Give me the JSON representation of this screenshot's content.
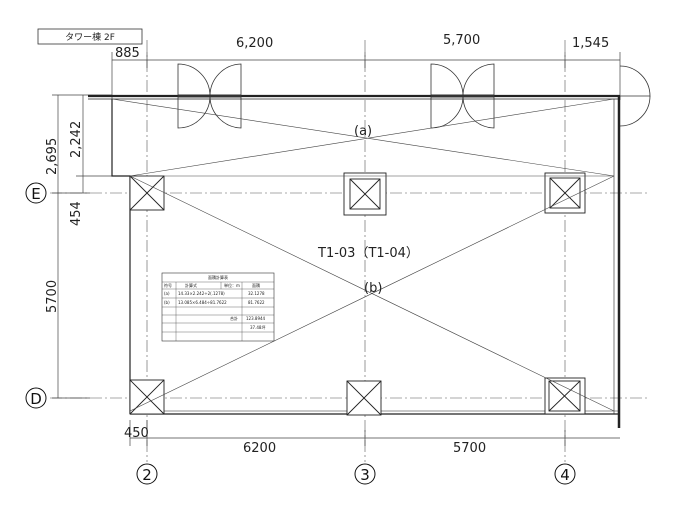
{
  "title": "タワー棟 2F",
  "room_label": "T1-03（T1-04）",
  "diagonal_a": "(a)",
  "diagonal_b": "(b)",
  "top_dims": [
    "885",
    "6,200",
    "5,700",
    "1,545"
  ],
  "left_dims": [
    "2,695",
    "2,242",
    "454",
    "5700"
  ],
  "bottom_dims": [
    "450",
    "6200",
    "5700"
  ],
  "row_labels": [
    "E",
    "D"
  ],
  "col_labels": [
    "2",
    "3",
    "4"
  ],
  "table": {
    "title": "面積計算表",
    "headers": [
      "符号",
      "計算式",
      "単位：m",
      "面積"
    ],
    "rows": [
      [
        "(a)",
        "14.33×2.242÷2(.1278)",
        "",
        "32.1278"
      ],
      [
        "(b)",
        "13.085×6.484÷81.7622",
        "",
        "81.7622"
      ],
      [
        "",
        "",
        "",
        ""
      ],
      [
        "",
        "",
        "合計",
        "123.8944"
      ],
      [
        "",
        "",
        "",
        "37.48坪"
      ]
    ]
  }
}
